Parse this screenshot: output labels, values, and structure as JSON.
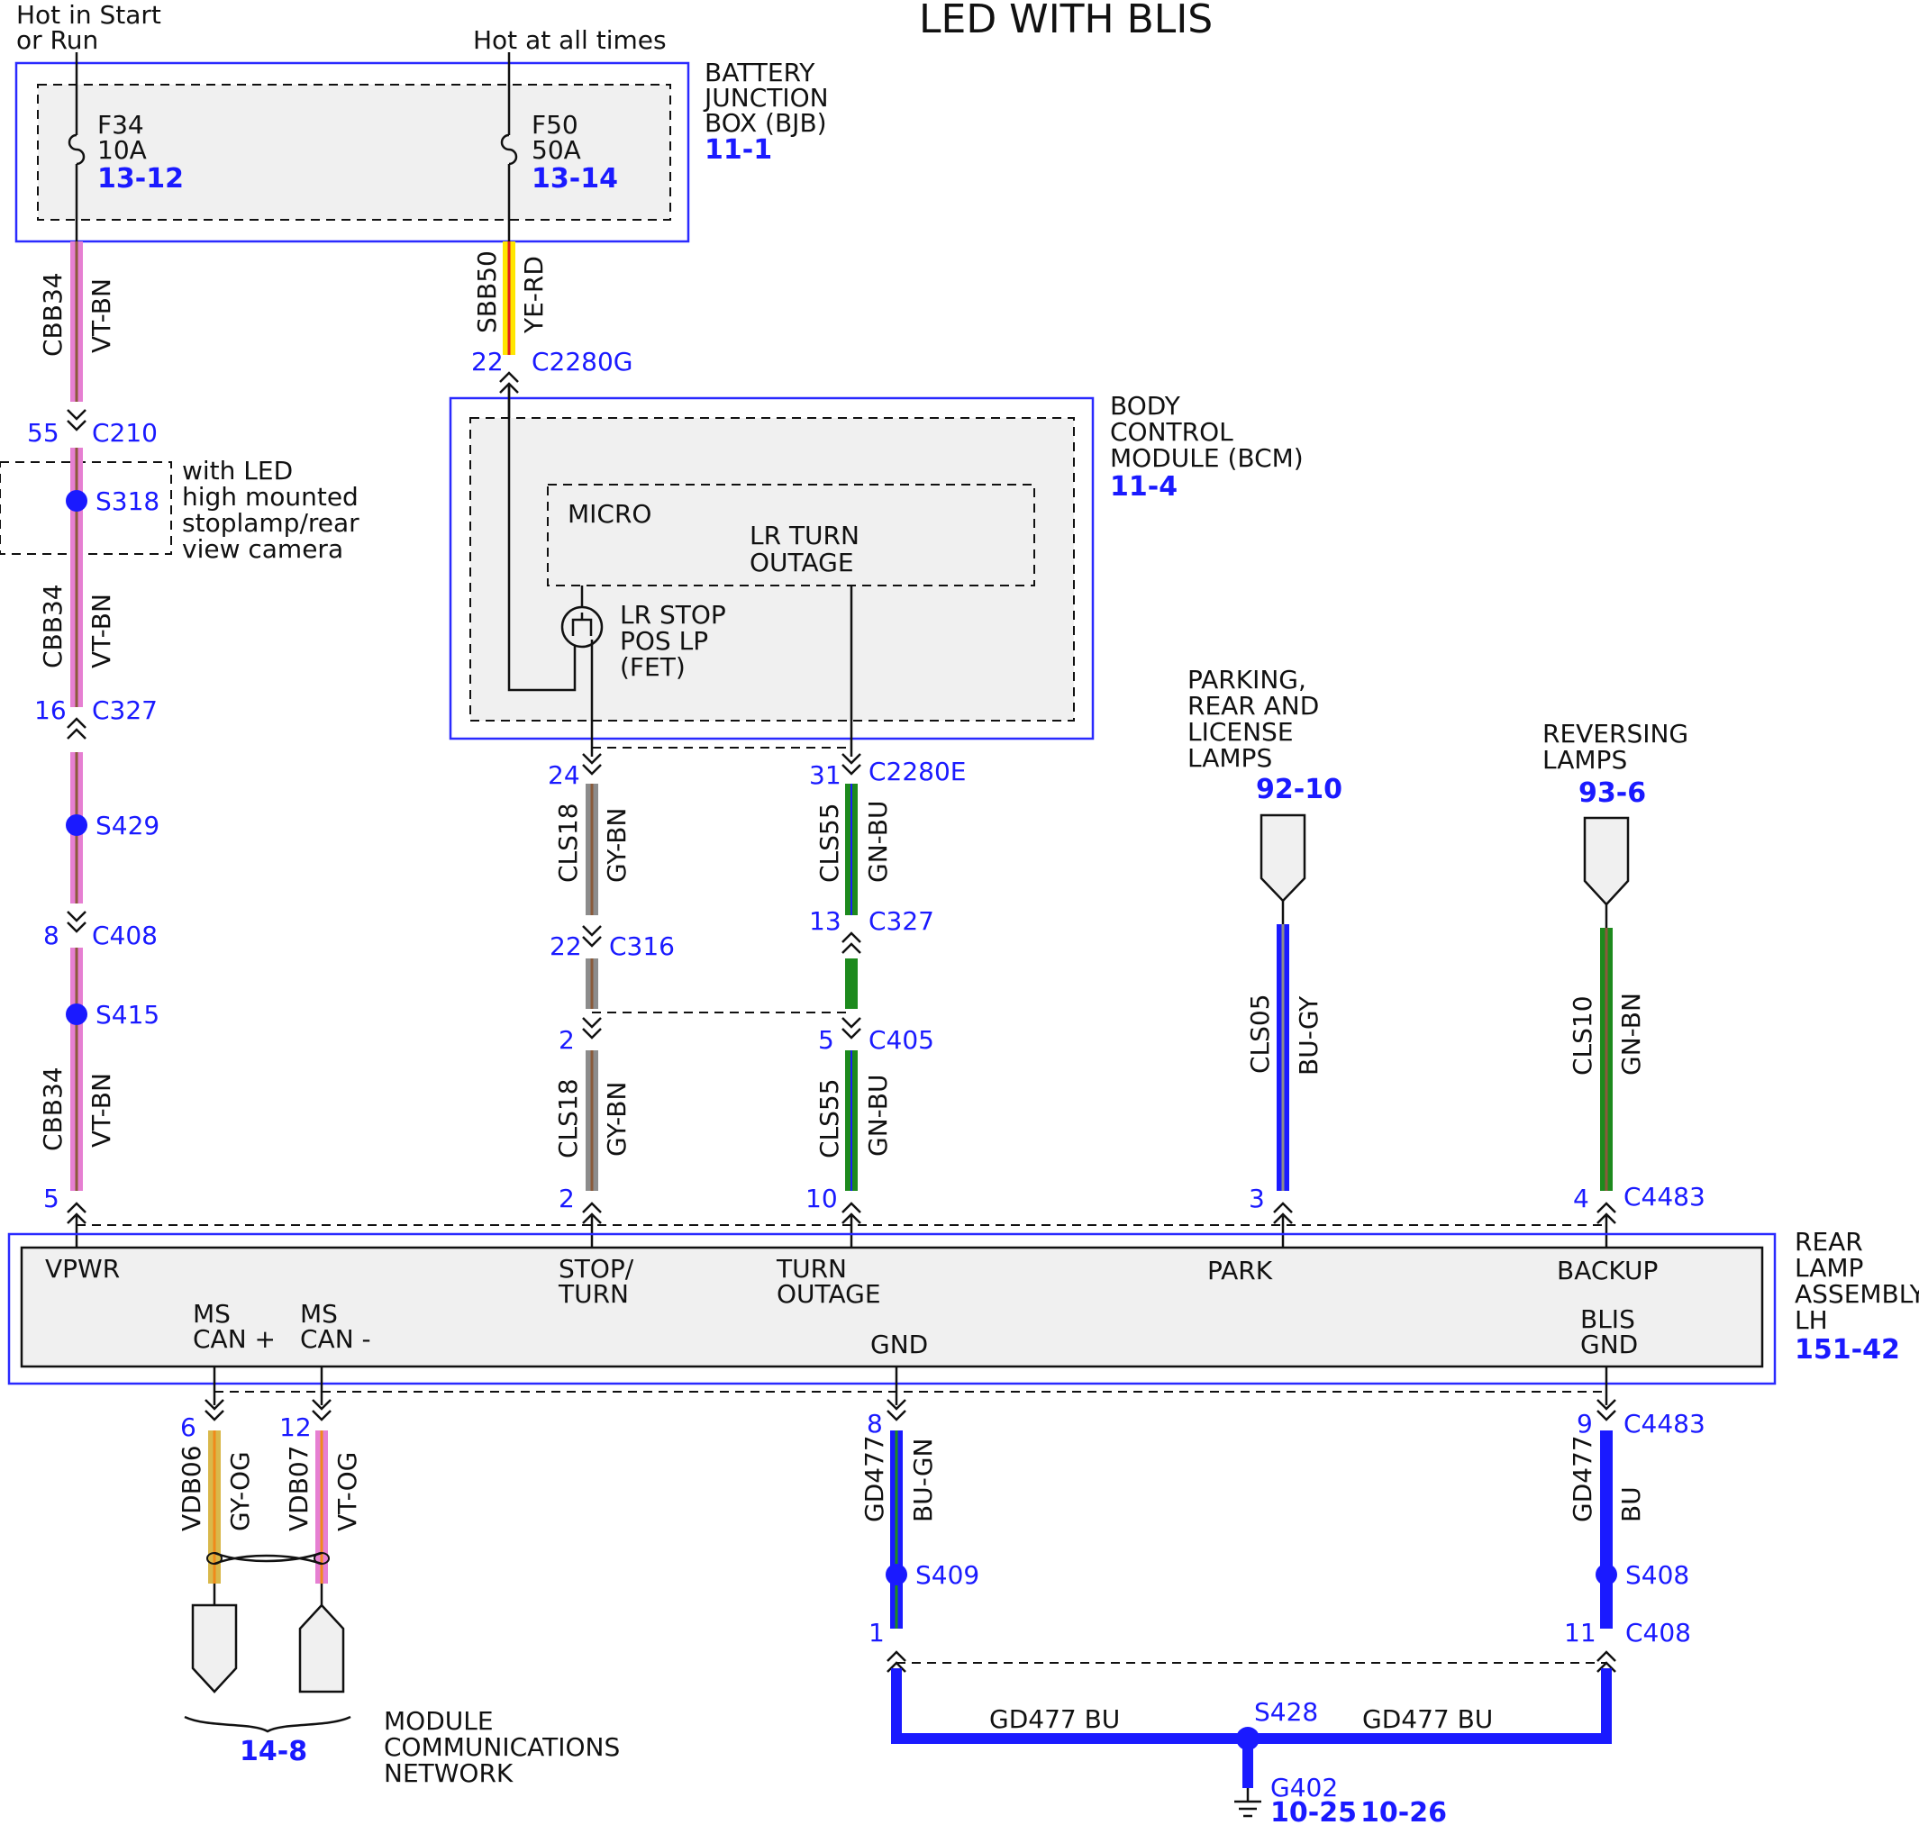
{
  "title": "LED WITH BLIS",
  "supplies": {
    "start_run": [
      "Hot in Start",
      "or Run"
    ],
    "always": "Hot at all times"
  },
  "bjb": {
    "name": [
      "BATTERY",
      "JUNCTION",
      "BOX (BJB)"
    ],
    "ref": "11-1",
    "fuses": [
      {
        "id": "F34",
        "rating": "10A",
        "ref": "13-12"
      },
      {
        "id": "F50",
        "rating": "50A",
        "ref": "13-14"
      }
    ]
  },
  "bcm": {
    "name": [
      "BODY",
      "CONTROL",
      "MODULE (BCM)"
    ],
    "ref": "11-4",
    "micro": "MICRO",
    "lr_turn": [
      "LR TURN",
      "OUTAGE"
    ],
    "lr_stop": [
      "LR STOP",
      "POS LP",
      "(FET)"
    ]
  },
  "note_led": [
    "with LED",
    "high mounted",
    "stoplamp/rear",
    "view camera"
  ],
  "wires": {
    "cbb34": {
      "circuit": "CBB34",
      "color": "VT-BN"
    },
    "sbb50": {
      "circuit": "SBB50",
      "color": "YE-RD"
    },
    "cls18": {
      "circuit": "CLS18",
      "color": "GY-BN"
    },
    "cls55": {
      "circuit": "CLS55",
      "color": "GN-BU"
    },
    "cls05": {
      "circuit": "CLS05",
      "color": "BU-GY"
    },
    "cls10": {
      "circuit": "CLS10",
      "color": "GN-BN"
    },
    "vdb06": {
      "circuit": "VDB06",
      "color": "GY-OG"
    },
    "vdb07": {
      "circuit": "VDB07",
      "color": "VT-OG"
    },
    "gd477a": {
      "circuit": "GD477",
      "color": "BU-GN"
    },
    "gd477b": {
      "circuit": "GD477",
      "color": "BU"
    },
    "gnd_left": "GD477   BU",
    "gnd_right": "GD477   BU"
  },
  "connectors": {
    "c2280g": {
      "pin": "22",
      "name": "C2280G"
    },
    "c210": {
      "pin": "55",
      "name": "C210"
    },
    "s318": "S318",
    "c327a": {
      "pin": "16",
      "name": "C327"
    },
    "s429": "S429",
    "c408a": {
      "pin": "8",
      "name": "C408"
    },
    "s415": "S415",
    "vpwr_pin": "5",
    "c2280e_a": {
      "pin": "24"
    },
    "c2280e_b": {
      "pin": "31",
      "name": "C2280E"
    },
    "c316": {
      "pin": "22",
      "name": "C316"
    },
    "c327b": {
      "pin": "13",
      "name": "C327"
    },
    "c405a": {
      "pin": "2"
    },
    "c405b": {
      "pin": "5",
      "name": "C405"
    },
    "stop_pin": "2",
    "turn_pin": "10",
    "park_pin": "3",
    "c4483_top": {
      "pin": "4",
      "name": "C4483"
    },
    "can_plus_pin": "6",
    "can_minus_pin": "12",
    "gnd_pin": "8",
    "c4483_bot": {
      "pin": "9",
      "name": "C4483"
    },
    "s409": "S409",
    "s408": "S408",
    "c408b_l": {
      "pin": "1"
    },
    "c408b_r": {
      "pin": "11",
      "name": "C408"
    },
    "s428": "S428",
    "g402": {
      "name": "G402",
      "refs": [
        "10-25",
        "10-26"
      ]
    }
  },
  "offpage": {
    "parking": {
      "label": [
        "PARKING,",
        "REAR AND",
        "LICENSE",
        "LAMPS"
      ],
      "ref": "92-10"
    },
    "reversing": {
      "label": [
        "REVERSING",
        "LAMPS"
      ],
      "ref": "93-6"
    },
    "network": {
      "label": [
        "MODULE",
        "COMMUNICATIONS",
        "NETWORK"
      ],
      "ref": "14-8"
    }
  },
  "rear_lamp": {
    "name": [
      "REAR",
      "LAMP",
      "ASSEMBLY",
      "LH"
    ],
    "ref": "151-42",
    "pins": {
      "vpwr": "VPWR",
      "stop": [
        "STOP/",
        "TURN"
      ],
      "turn": [
        "TURN",
        "OUTAGE"
      ],
      "park": "PARK",
      "backup": "BACKUP",
      "can_plus": [
        "MS",
        "CAN +"
      ],
      "can_minus": [
        "MS",
        "CAN -"
      ],
      "gnd": "GND",
      "blis_gnd": [
        "BLIS",
        "GND"
      ]
    }
  },
  "colors": {
    "box_border": "#2a2aff",
    "label_blue": "#1a1aff",
    "violet": "#e67fd2",
    "brown": "#8a5a3a",
    "yellow": "#ffe600",
    "red": "#e02020",
    "gray": "#8c8c8c",
    "green": "#1d8a1d",
    "blue": "#1a1aff",
    "orange": "#f08a1a"
  }
}
